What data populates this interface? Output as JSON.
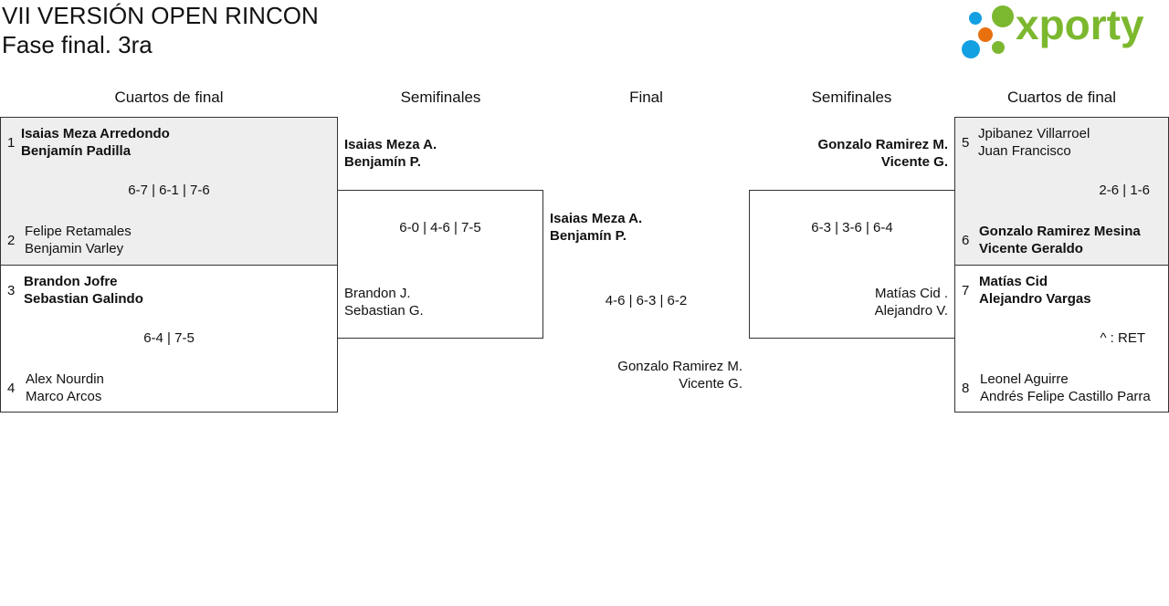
{
  "header": {
    "title": "VII VERSIÓN OPEN RINCON",
    "subtitle": "Fase final. 3ra",
    "logo_text": "xporty",
    "logo_colors": {
      "green": "#7cb82f",
      "blue": "#12a0e3",
      "orange": "#e8700f"
    }
  },
  "columns": [
    "Cuartos de final",
    "Semifinales",
    "Final",
    "Semifinales",
    "Cuartos de final"
  ],
  "quarterfinals_left": [
    {
      "top": {
        "seed": "1",
        "p1": "Isaias Meza Arredondo",
        "p2": "Benjamín Padilla"
      },
      "score": "6-7 | 6-1 | 7-6",
      "bottom": {
        "seed": "2",
        "p1": "Felipe Retamales",
        "p2": "Benjamin Varley"
      },
      "winner": "top"
    },
    {
      "top": {
        "seed": "3",
        "p1": "Brandon Jofre",
        "p2": "Sebastian Galindo"
      },
      "score": "6-4 | 7-5",
      "bottom": {
        "seed": "4",
        "p1": "Alex Nourdin",
        "p2": "Marco Arcos"
      },
      "winner": "top"
    }
  ],
  "semifinal_left": {
    "top": {
      "p1": "Isaias Meza A.",
      "p2": "Benjamín P."
    },
    "score": "6-0 | 4-6 | 7-5",
    "bottom": {
      "p1": "Brandon J.",
      "p2": "Sebastian G."
    }
  },
  "final": {
    "top": {
      "p1": "Isaias Meza A.",
      "p2": "Benjamín P."
    },
    "score": "4-6 | 6-3 | 6-2",
    "bottom": {
      "p1": "Gonzalo Ramirez M.",
      "p2": "Vicente G."
    }
  },
  "semifinal_right": {
    "top": {
      "p1": "Gonzalo Ramirez M.",
      "p2": "Vicente G."
    },
    "score": "6-3 | 3-6 | 6-4",
    "bottom": {
      "p1": "Matías Cid .",
      "p2": "Alejandro V."
    }
  },
  "quarterfinals_right": [
    {
      "top": {
        "seed": "5",
        "p1": "Jpibanez Villarroel",
        "p2": "Juan Francisco"
      },
      "score": "2-6 | 1-6",
      "bottom": {
        "seed": "6",
        "p1": "Gonzalo Ramirez Mesina",
        "p2": "Vicente Geraldo"
      },
      "winner": "bottom"
    },
    {
      "top": {
        "seed": "7",
        "p1": "Matías Cid",
        "p2": "Alejandro Vargas"
      },
      "score": "^ : RET",
      "bottom": {
        "seed": "8",
        "p1": "Leonel Aguirre",
        "p2": "Andrés Felipe Castillo Parra"
      },
      "winner": "top"
    }
  ]
}
